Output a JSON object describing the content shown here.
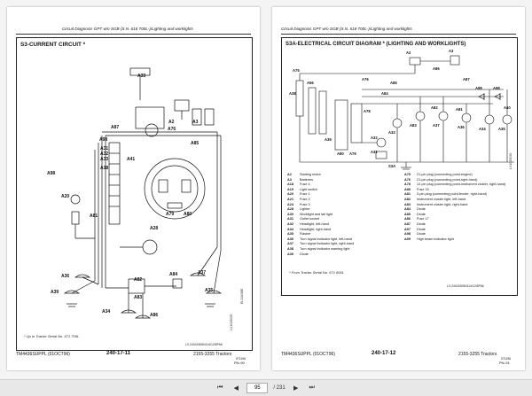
{
  "viewer": {
    "current_page": "95",
    "total_pages": "/ 231",
    "first_icon": "first-page-icon",
    "prev_icon": "previous-page-icon",
    "next_icon": "next-page-icon",
    "last_icon": "last-page-icon"
  },
  "left_page": {
    "header": "Circuit Diagnosis GPT w/o SGB (S.N. 618 700L-)/Lighting and worklights",
    "section_title": "S3-CURRENT CIRCUIT *",
    "labels": [
      "A33",
      "A2",
      "A3",
      "A87",
      "A76",
      "A98",
      "A31",
      "A32",
      "A33",
      "A18",
      "A41",
      "A85",
      "A98",
      "A20",
      "A28",
      "A81",
      "A79",
      "A80",
      "A36",
      "A82",
      "A84",
      "A37",
      "A39",
      "A83",
      "A34",
      "A35",
      "A86"
    ],
    "code_vertical": "LX1015035",
    "code_vertical2": "ELS/ASBE",
    "note": "* Up to Tractor Serial No. 671 709L",
    "code_bottom": "LX,24041505N114/12/8P66",
    "footer_left": "TM4436SUPPL (01OCT96)",
    "footer_center": "240-17-11",
    "footer_right": "2155-3255 Tractors",
    "footer_sub1": "071196",
    "footer_sub2": "PN=90"
  },
  "right_page": {
    "header": "Circuit Diagnosis GPT w/o SGB (S.N. 618 700L-)/Lighting and worklights",
    "section_title": "S3A-ELECTRICAL CIRCUIT DIAGRAM * (LIGHTING AND WORKLIGHTS)",
    "labels": [
      "A75",
      "A38",
      "A56",
      "A76",
      "A78",
      "A2",
      "A3",
      "A31",
      "A32",
      "A33",
      "A98",
      "A98",
      "A83",
      "A37",
      "A36",
      "A34",
      "A35",
      "A40",
      "A82",
      "A81",
      "A80",
      "A79",
      "A39",
      "A84",
      "A85",
      "A86",
      "A87",
      "S3A"
    ],
    "legend_left": [
      {
        "k": "A2",
        "v": "Starting motor"
      },
      {
        "k": "A3",
        "v": "Batteries"
      },
      {
        "k": "A18",
        "v": "Fuse 4"
      },
      {
        "k": "A19",
        "v": "Light switch"
      },
      {
        "k": "A20",
        "v": "Fuse 1"
      },
      {
        "k": "A21",
        "v": "Fuse 2"
      },
      {
        "k": "A24",
        "v": "Fuse 3"
      },
      {
        "k": "A28",
        "v": "Lighter"
      },
      {
        "k": "A30",
        "v": "Worklight and tail light"
      },
      {
        "k": "A31",
        "v": "Outlet socket"
      },
      {
        "k": "A32",
        "v": "Headlight, left-hand"
      },
      {
        "k": "A34",
        "v": "Headlight, right-hand"
      },
      {
        "k": "A35",
        "v": "Flasher"
      },
      {
        "k": "A36",
        "v": "Turn signal indicator light, left-hand"
      },
      {
        "k": "A37",
        "v": "Turn signal indicator light, right-hand"
      },
      {
        "k": "A38",
        "v": "Turn signal indicator warning light"
      },
      {
        "k": "A39",
        "v": "Diode"
      }
    ],
    "legend_right": [
      {
        "k": "A75",
        "v": "21-pin plug (connecting point-engine)"
      },
      {
        "k": "A76",
        "v": "21-pin plug (connecting point-right-hand)"
      },
      {
        "k": "A78",
        "v": "12-pin plug (connecting point-instrument cluster, right-hand)"
      },
      {
        "k": "A80",
        "v": "Fuse 15"
      },
      {
        "k": "A81",
        "v": "3-pin plug (connecting point-fender, right-hand)"
      },
      {
        "k": "A82",
        "v": "Instrument cluster light, left-hand"
      },
      {
        "k": "A83",
        "v": "Instrument cluster light, right-hand"
      },
      {
        "k": "A84",
        "v": "Diode"
      },
      {
        "k": "A85",
        "v": "Diode"
      },
      {
        "k": "A86",
        "v": "Fuse 17"
      },
      {
        "k": "A87",
        "v": "Diode"
      },
      {
        "k": "A97",
        "v": "Diode"
      },
      {
        "k": "A98",
        "v": "Diode"
      },
      {
        "k": "A99",
        "v": "High beam indicator light"
      }
    ],
    "code_vertical": "LX1015036",
    "note": "* From Tractor Serial No. 671 800L",
    "code_bottom": "LX,24041505N114/12/8P66",
    "footer_left": "TM4436SUPPL (01OCT96)",
    "footer_center": "240-17-12",
    "footer_right": "2155-3255 Tractors",
    "footer_sub1": "071196",
    "footer_sub2": "PN=91"
  }
}
